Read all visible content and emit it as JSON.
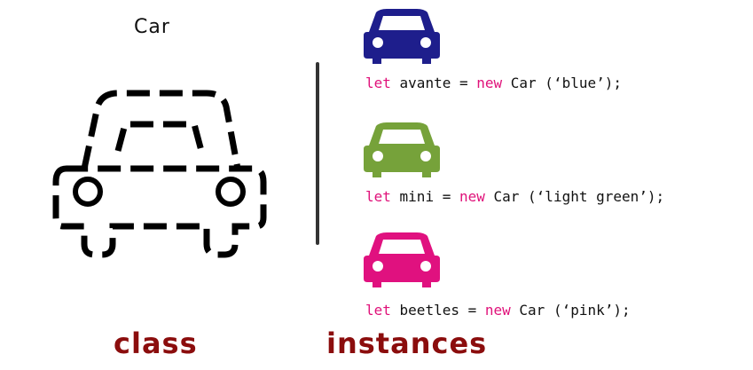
{
  "class_panel": {
    "title": "Car",
    "icon": "dashed-car-outline-icon"
  },
  "instances": [
    {
      "color_name": "blue",
      "color": "#1e1e8c",
      "icon": "car-icon",
      "kw_let": "let",
      "var_text": " avante = ",
      "kw_new": "new",
      "ctor_text": " Car (‘blue’);"
    },
    {
      "color_name": "light green",
      "color": "#76a23a",
      "icon": "car-icon",
      "kw_let": "let",
      "var_text": " mini = ",
      "kw_new": "new",
      "ctor_text": " Car (‘light green’);"
    },
    {
      "color_name": "pink",
      "color": "#e0117f",
      "icon": "car-icon",
      "kw_let": "let",
      "var_text": " beetles = ",
      "kw_new": "new",
      "ctor_text": " Car (‘pink’);"
    }
  ],
  "footer": {
    "class_label": "class",
    "instances_label": "instances"
  },
  "colors": {
    "keyword": "#e0127a",
    "footer": "#8b0d0d"
  }
}
